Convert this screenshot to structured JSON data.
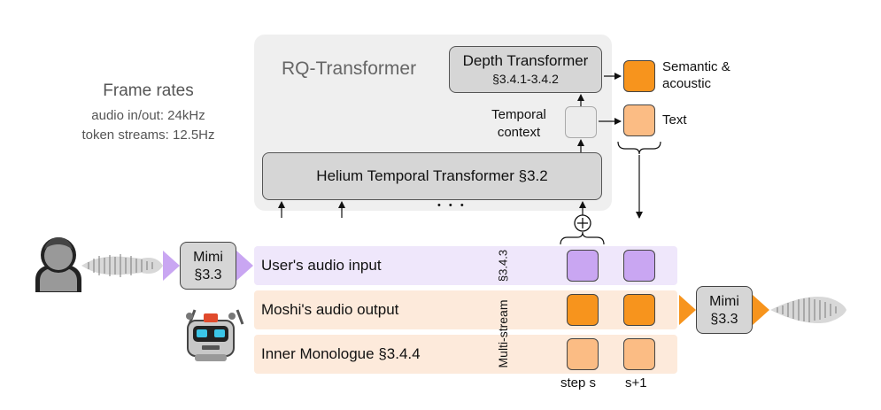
{
  "frame_rates": {
    "title": "Frame rates",
    "line1": "audio in/out: 24kHz",
    "line2": "token streams: 12.5Hz"
  },
  "rq_transformer": {
    "title": "RQ-Transformer",
    "depth_title": "Depth Transformer",
    "depth_ref": "§3.4.1-3.4.2",
    "helium": "Helium Temporal  Transformer §3.2",
    "temporal_context": "Temporal context",
    "ellipsis": "• • •"
  },
  "outputs": {
    "semantic": "Semantic & acoustic",
    "text": "Text"
  },
  "streams": {
    "user": "User's audio input",
    "moshi": "Moshi's audio output",
    "inner": "Inner Monologue §3.4.4",
    "multi_stream": "Multi-stream",
    "section": "§3.4.3"
  },
  "mimi_in": {
    "name": "Mimi",
    "ref": "§3.3"
  },
  "mimi_out": {
    "name": "Mimi",
    "ref": "§3.3"
  },
  "steps": {
    "s": "step s",
    "s1": "s+1"
  },
  "plus": "⊕",
  "colors": {
    "orange": "#f7941d",
    "light_orange": "#fbbc84",
    "purple": "#c9a6f2",
    "purple_stream": "#efe7fb",
    "orange_stream": "#fdeadb",
    "gray_box": "#d6d6d6",
    "panel": "#efefef"
  },
  "icons": [
    "user-icon",
    "robot-icon",
    "waveform-icon",
    "arrow-right-icon"
  ]
}
